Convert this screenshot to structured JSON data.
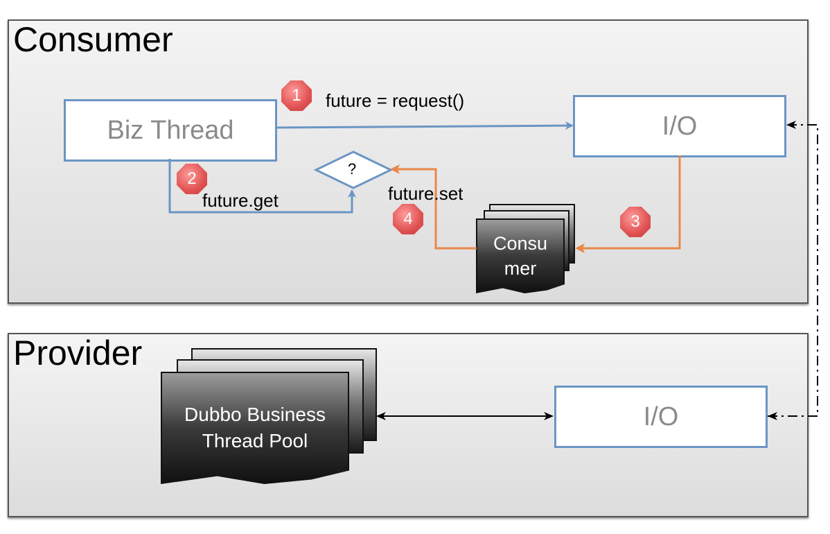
{
  "consumer": {
    "title": "Consumer",
    "biz_thread": "Biz Thread",
    "io": "I/O",
    "decision": "?",
    "consumer_pool": "Consu\nmer",
    "labels": {
      "request": "future = request()",
      "get": "future.get",
      "set": "future.set"
    },
    "steps": [
      "1",
      "2",
      "3",
      "4"
    ]
  },
  "provider": {
    "title": "Provider",
    "pool": "Dubbo Business\nThread Pool",
    "io": "I/O"
  },
  "colors": {
    "blue_arrow": "#6a95c4",
    "orange_arrow": "#e8884a",
    "badge": "#e05252"
  }
}
